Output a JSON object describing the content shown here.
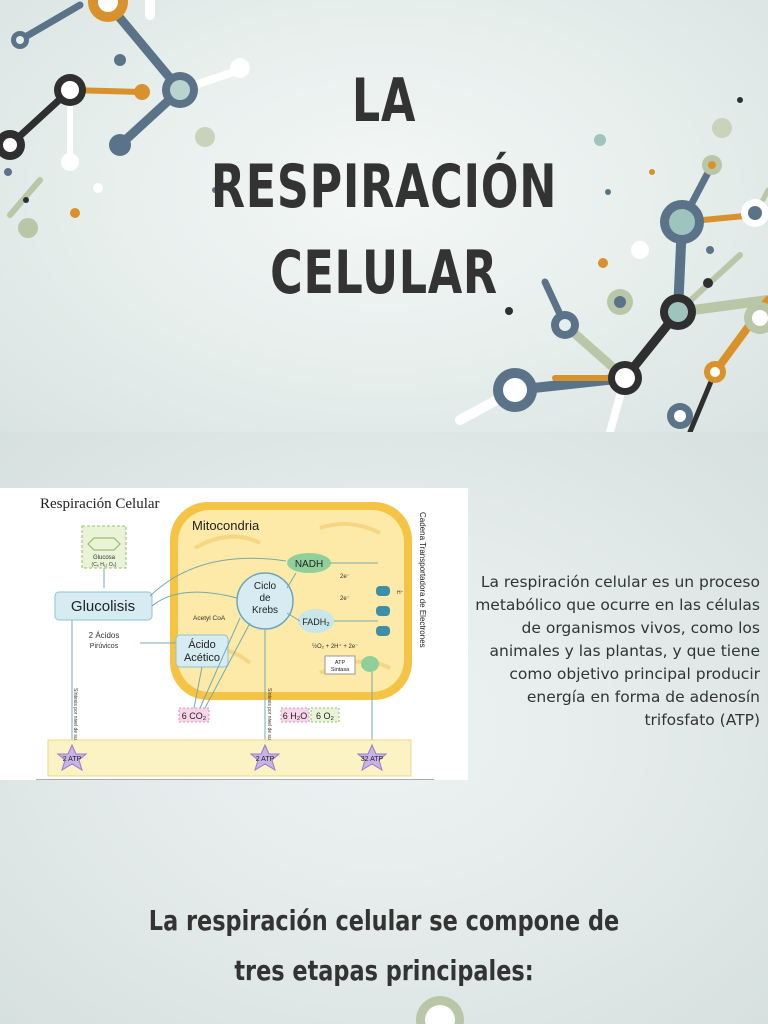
{
  "slide1": {
    "title_lines": [
      "LA",
      "RESPIRACIÓN",
      "CELULAR"
    ]
  },
  "slide2": {
    "diagram": {
      "heading": "Respiración Celular",
      "mitocondria": "Mitocondria",
      "glucosa": "Glucosa",
      "glucosa_formula": "(C₆ H₁₂ O₆)",
      "glucolisis": "Glucolisis",
      "acidos_line1": "2 Ácidos",
      "acidos_line2": "Pirúvicos",
      "acetyl": "Acetyl CoA",
      "acido_line1": "Ácido",
      "acido_line2": "Acético",
      "ciclo_line1": "Ciclo",
      "ciclo_line2": "de",
      "ciclo_line3": "Krebs",
      "nadh": "NADH",
      "fadh": "FADH₂",
      "co2": "6 CO₂",
      "h2o": "6 H₂O",
      "o2": "6 O₂",
      "atp_sintasa_1": "ATP",
      "atp_sintasa_2": "Sintasa",
      "oxygen_reaction": "½O₂ + 2H⁺ + 2e⁻",
      "e_label_1": "2e⁻",
      "e_label_2": "2e⁻",
      "h_label": "H⁺",
      "cadena": "Cadena Transportadora de Electrones",
      "sintesis_1": "Síntesis por nivel de sustrato",
      "sintesis_2": "Síntesis por nivel de sustrato",
      "atp_1": "2 ATP",
      "atp_2": "2 ATP",
      "atp_3": "32 ATP"
    },
    "description": "La respiración celular es un proceso metabólico que ocurre en las células de organismos vivos, como los animales y las plantas, y que tiene como objetivo principal producir energía en forma de adenosín trifosfato (ATP)",
    "subtitle_lines": [
      "La respiración celular se compone de",
      "tres etapas principales:"
    ]
  },
  "colors": {
    "title_text": "#333333",
    "slate_blue": "#5b7388",
    "orange": "#d9912c",
    "sage": "#b9c7a8",
    "mito_fill": "#fde9a8",
    "mito_border": "#f6c445"
  }
}
